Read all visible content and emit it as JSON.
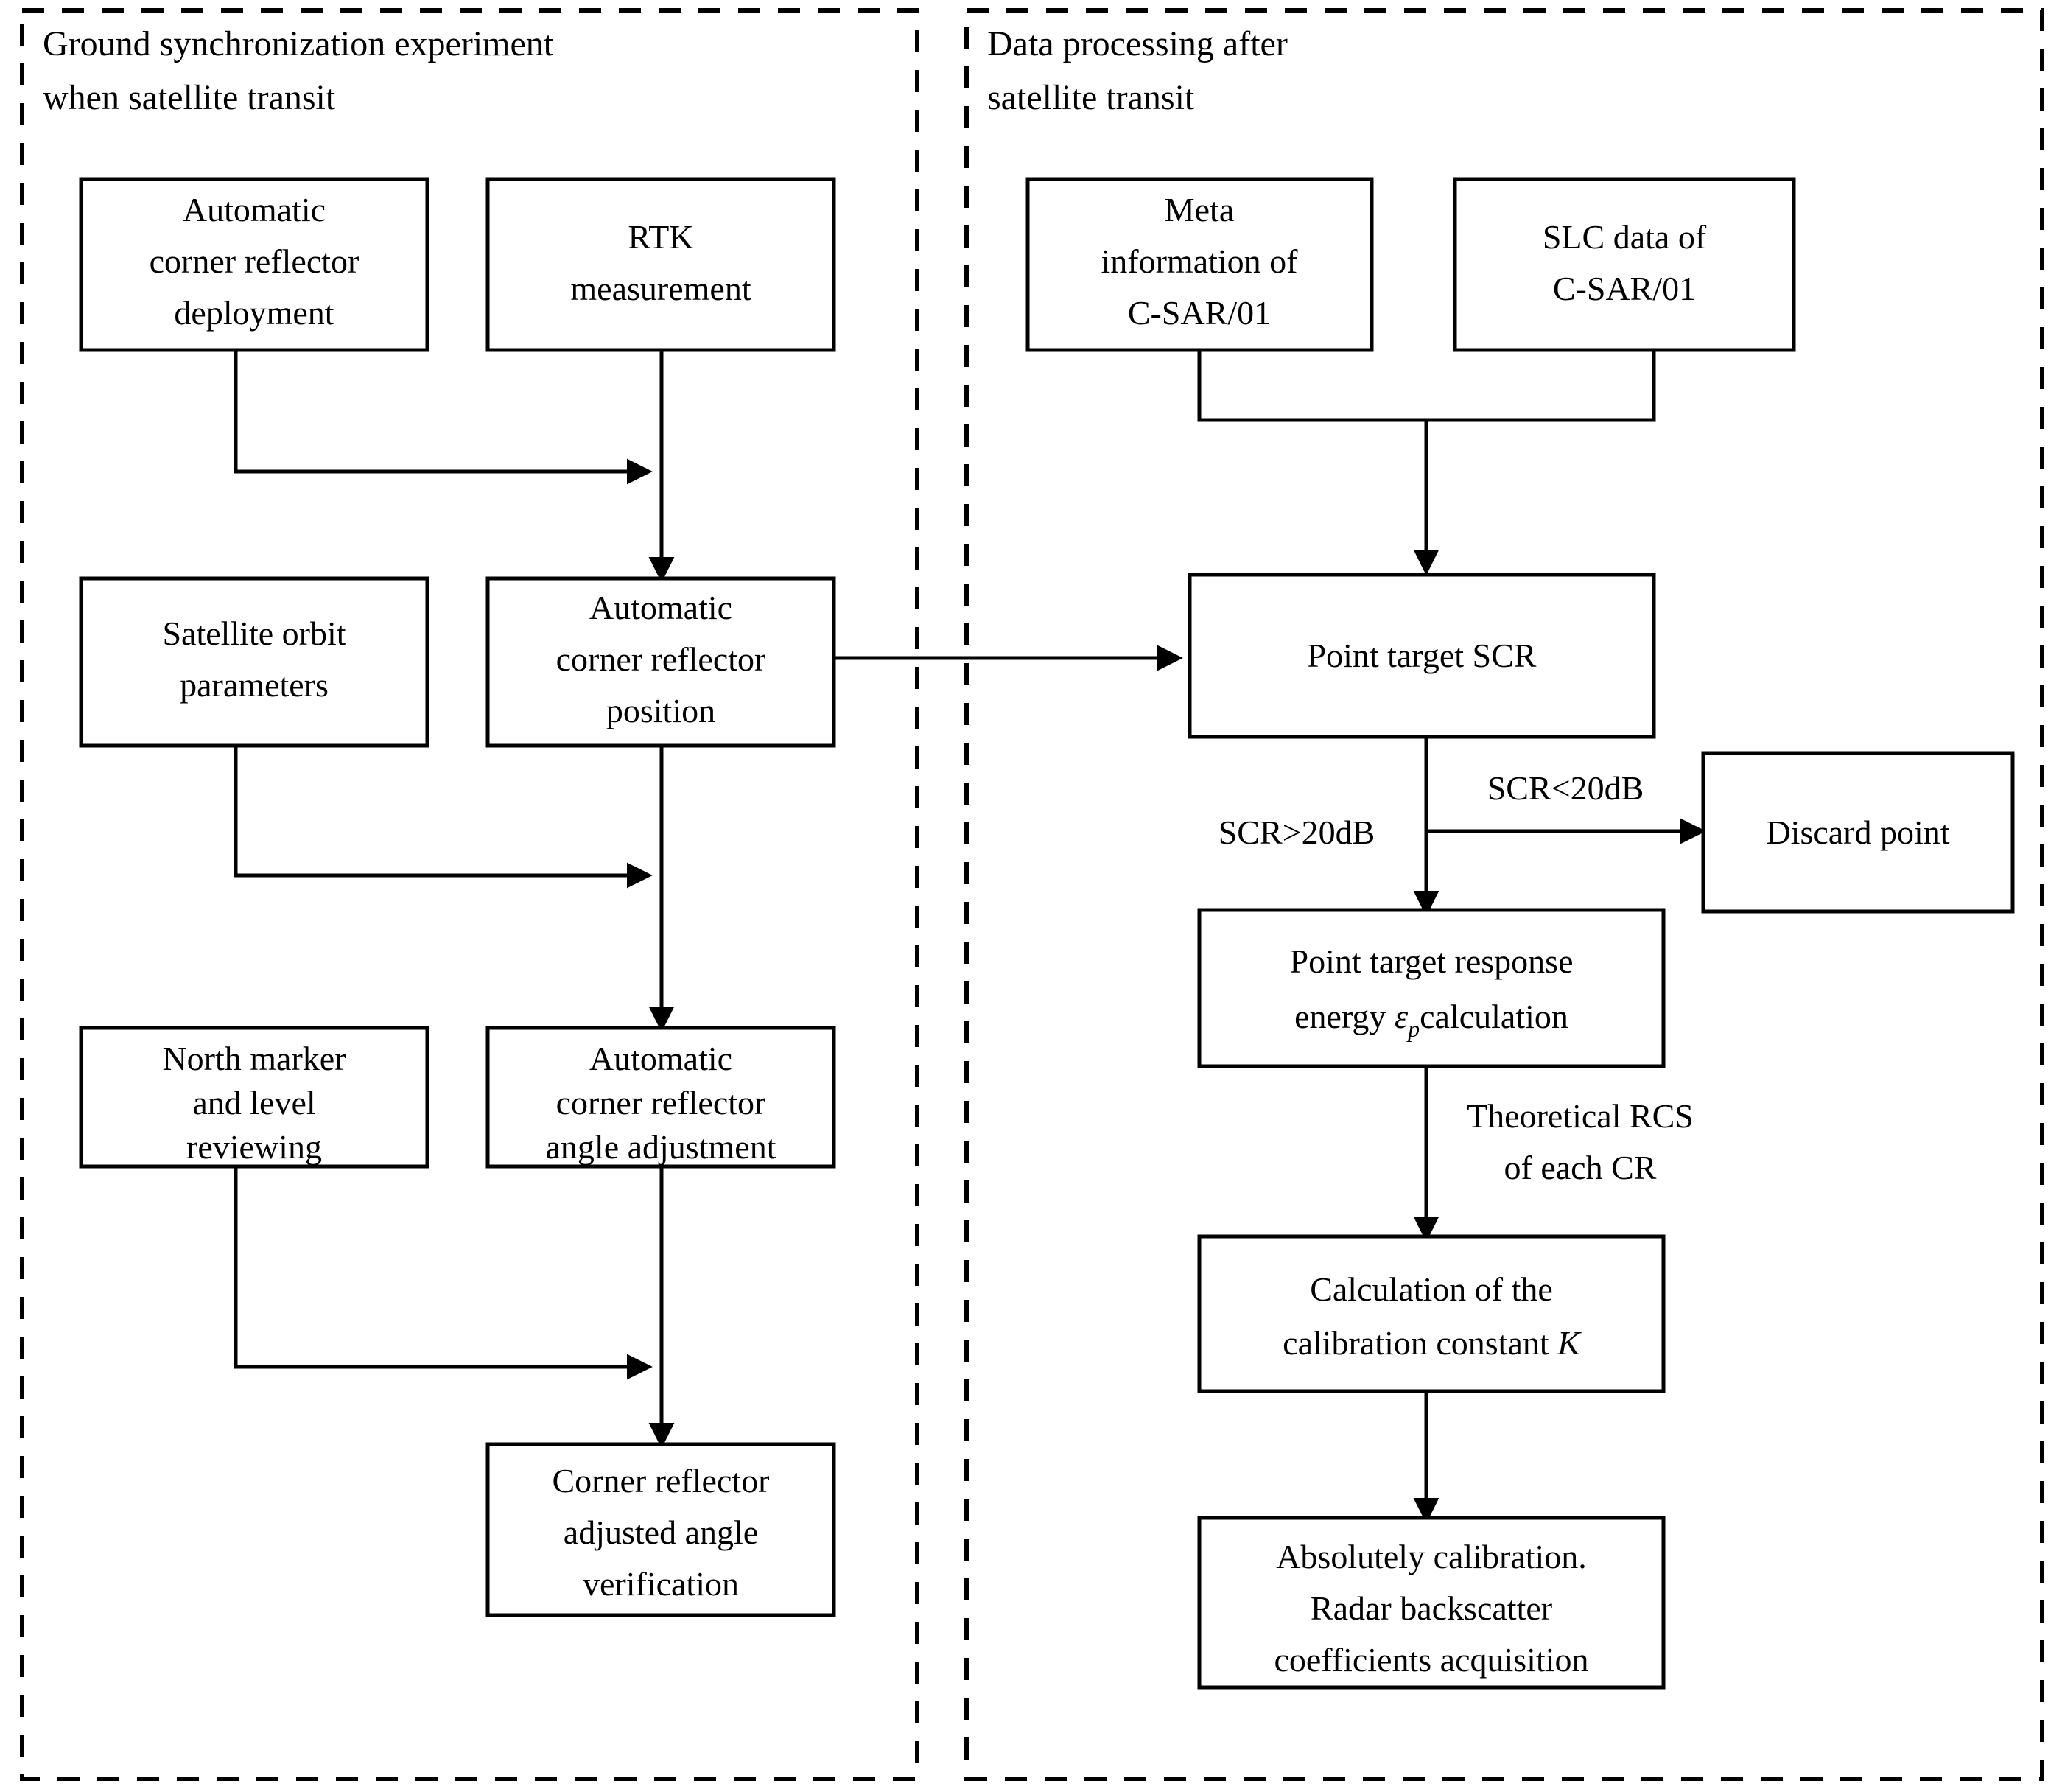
{
  "figure": {
    "type": "flowchart",
    "title": "",
    "background": "#ffffff",
    "line_color": "#000000"
  },
  "panels": [
    {
      "id": "panel-left",
      "title_line1": "Ground synchronization experiment",
      "title_line2": "when satellite transit",
      "border": "dashed"
    },
    {
      "id": "panel-right",
      "title_line1": "Data processing after",
      "title_line2": "satellite transit",
      "border": "dashed"
    }
  ],
  "nodes": [
    {
      "id": "automatic-corner-reflector-deployment",
      "lines": [
        "Automatic",
        "corner reflector",
        "deployment"
      ],
      "panel": "panel-left"
    },
    {
      "id": "rtk-measurement",
      "lines": [
        "RTK",
        "measurement"
      ],
      "panel": "panel-left"
    },
    {
      "id": "satellite-orbit-parameters",
      "lines": [
        "Satellite orbit",
        "parameters"
      ],
      "panel": "panel-left"
    },
    {
      "id": "automatic-corner-reflector-position",
      "lines": [
        "Automatic",
        "corner reflector",
        "position"
      ],
      "panel": "panel-left"
    },
    {
      "id": "north-marker-and-level-reviewing",
      "lines": [
        "North marker",
        "and level",
        "reviewing"
      ],
      "panel": "panel-left"
    },
    {
      "id": "automatic-corner-reflector-angle-adjustment",
      "lines": [
        "Automatic",
        "corner reflector",
        "angle adjustment"
      ],
      "panel": "panel-left"
    },
    {
      "id": "corner-reflector-adjusted-angle-verification",
      "lines": [
        "Corner reflector",
        "adjusted angle",
        "verification"
      ],
      "panel": "panel-left"
    },
    {
      "id": "meta-information-of-c-sar-01",
      "lines": [
        "Meta",
        "information of",
        "C-SAR/01"
      ],
      "panel": "panel-right"
    },
    {
      "id": "slc-data-of-c-sar-01",
      "lines": [
        "SLC data of",
        "C-SAR/01"
      ],
      "panel": "panel-right"
    },
    {
      "id": "point-target-scr",
      "lines": [
        "Point target SCR"
      ],
      "panel": "panel-right"
    },
    {
      "id": "discard-point",
      "lines": [
        "Discard point"
      ],
      "panel": "panel-right"
    },
    {
      "id": "point-target-response-energy-calculation",
      "lines": [
        "Point target response",
        "energy εp calculation"
      ],
      "line2_pre": "energy ",
      "line2_sym": "ε",
      "line2_sub": "p",
      "line2_post": "calculation",
      "panel": "panel-right"
    },
    {
      "id": "calculation-of-the-calibration-constant-k",
      "lines": [
        "Calculation of the",
        "calibration constant K"
      ],
      "line2_pre": "calibration constant ",
      "line2_sym": "K",
      "panel": "panel-right"
    },
    {
      "id": "absolutely-calibration-radar-backscatter",
      "lines": [
        "Absolutely calibration.",
        "Radar backscatter",
        "coefficients acquisition"
      ],
      "panel": "panel-right"
    }
  ],
  "edge_labels": [
    {
      "id": "scr-greater-label",
      "text": "SCR>20dB"
    },
    {
      "id": "scr-less-label",
      "text": "SCR<20dB"
    },
    {
      "id": "theoretical-rcs-label-line1",
      "text": "Theoretical RCS"
    },
    {
      "id": "theoretical-rcs-label-line2",
      "text": "of each CR"
    }
  ]
}
